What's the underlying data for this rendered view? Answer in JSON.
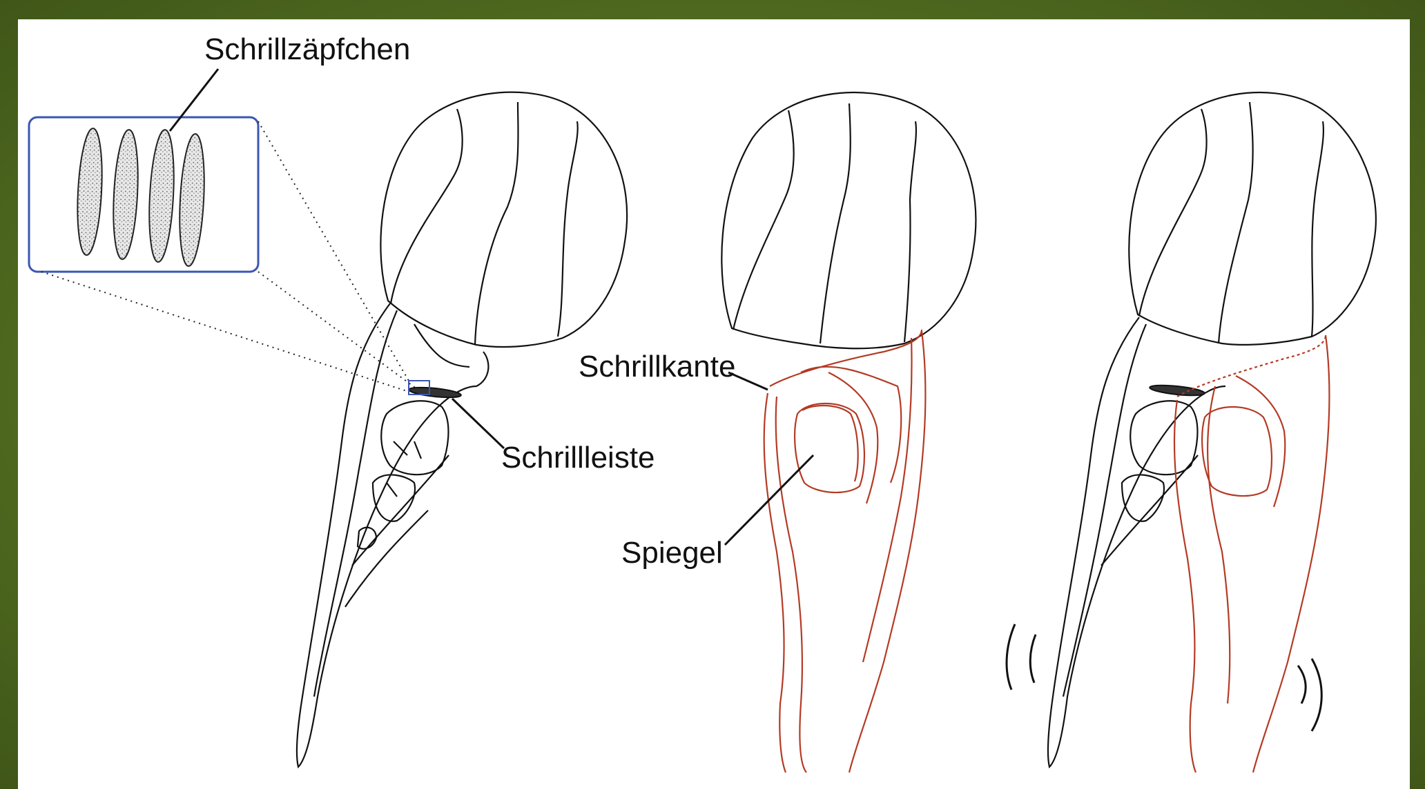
{
  "labels": {
    "schrillzaepfchen": "Schrillzäpfchen",
    "schrillleiste": "Schrillleiste",
    "schrillkante": "Schrillkante",
    "spiegel": "Spiegel"
  },
  "colors": {
    "background": "#5a7424",
    "panel": "#ffffff",
    "outline": "#111111",
    "red_outline": "#b43a24",
    "zoom_box": "#3a56b4"
  }
}
